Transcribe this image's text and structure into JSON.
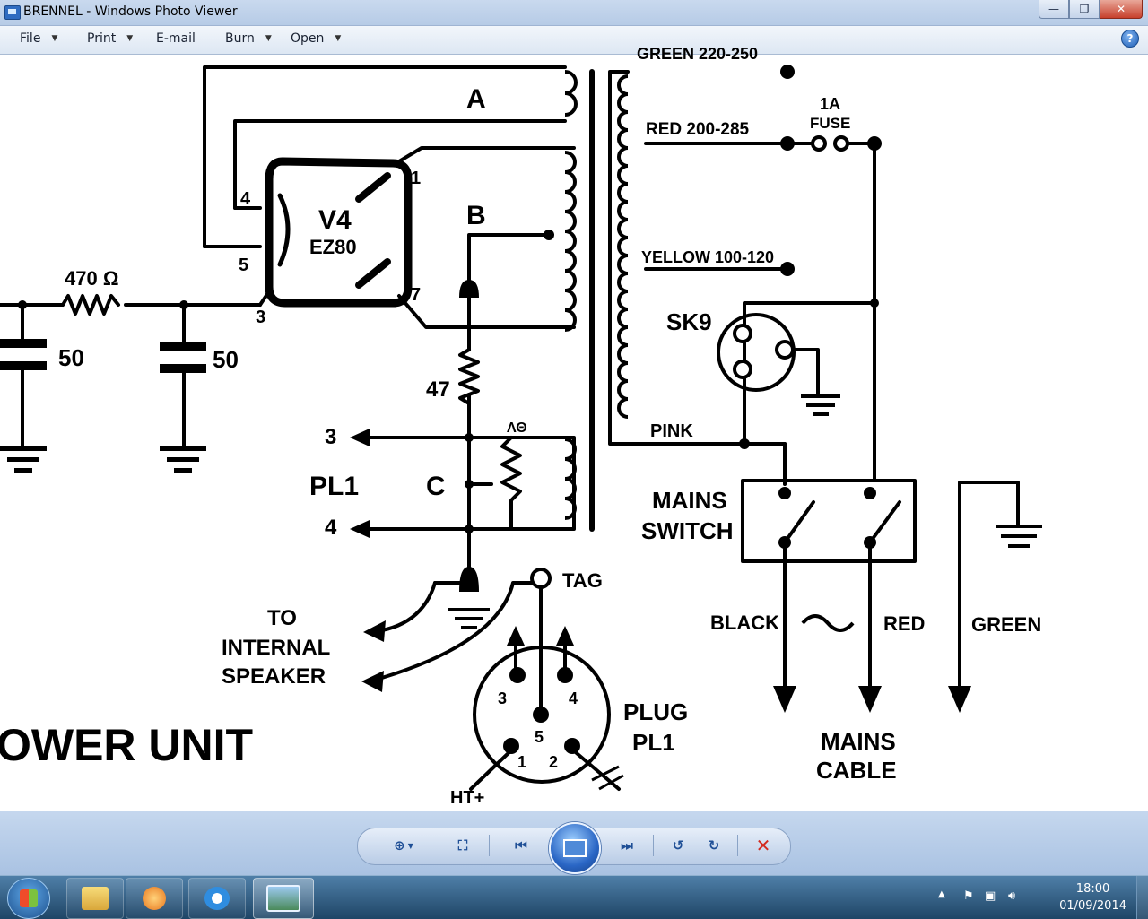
{
  "window": {
    "title": "BRENNEL - Windows Photo Viewer",
    "controls": {
      "minimize": "—",
      "maximize": "❐",
      "close": "✕"
    }
  },
  "menu": {
    "items": [
      {
        "label": "File",
        "has_dropdown": true
      },
      {
        "label": "Print",
        "has_dropdown": true
      },
      {
        "label": "E-mail",
        "has_dropdown": false
      },
      {
        "label": "Burn",
        "has_dropdown": true
      },
      {
        "label": "Open",
        "has_dropdown": true
      }
    ],
    "help": "?"
  },
  "schematic": {
    "title_partial": "OWER UNIT",
    "winding_a": "A",
    "winding_b": "B",
    "winding_c": "C",
    "valve": "V4",
    "valve_type": "EZ80",
    "pins": {
      "p1": "1",
      "p3": "3",
      "p4": "4",
      "p5": "5",
      "p7": "7"
    },
    "resistor_470": "470 Ω",
    "resistor_47": "47",
    "pot_label": "ΛΘ",
    "cap_left": "50",
    "cap_right": "50",
    "tap_green": "GREEN 220-250",
    "tap_red": "RED 200-285",
    "tap_yellow": "YELLOW 100-120",
    "tap_pink": "PINK",
    "fuse_rating": "1A",
    "fuse_label": "FUSE",
    "socket": "SK9",
    "mains_switch_1": "MAINS",
    "mains_switch_2": "SWITCH",
    "pl1_label": "PL1",
    "pl1_pin3": "3",
    "pl1_pin4": "4",
    "tag": "TAG",
    "to_speaker_1": "TO",
    "to_speaker_2": "INTERNAL",
    "to_speaker_3": "SPEAKER",
    "plug_1": "PLUG",
    "plug_2": "PL1",
    "plug_pins": {
      "p1": "1",
      "p2": "2",
      "p3": "3",
      "p4": "4",
      "p5": "5"
    },
    "ht_plus": "HT+",
    "wire_black": "BLACK",
    "wire_red": "RED",
    "wire_green": "GREEN",
    "ac_symbol": "~",
    "mains_cable_1": "MAINS",
    "mains_cable_2": "CABLE"
  },
  "taskbar": {
    "time": "18:00",
    "date": "01/09/2014"
  },
  "colors": {
    "titlebar": "#c9d9ee",
    "menubar": "#e6edf6",
    "taskbar": "#1f4566",
    "close": "#c7402c",
    "ink": "#000000"
  }
}
